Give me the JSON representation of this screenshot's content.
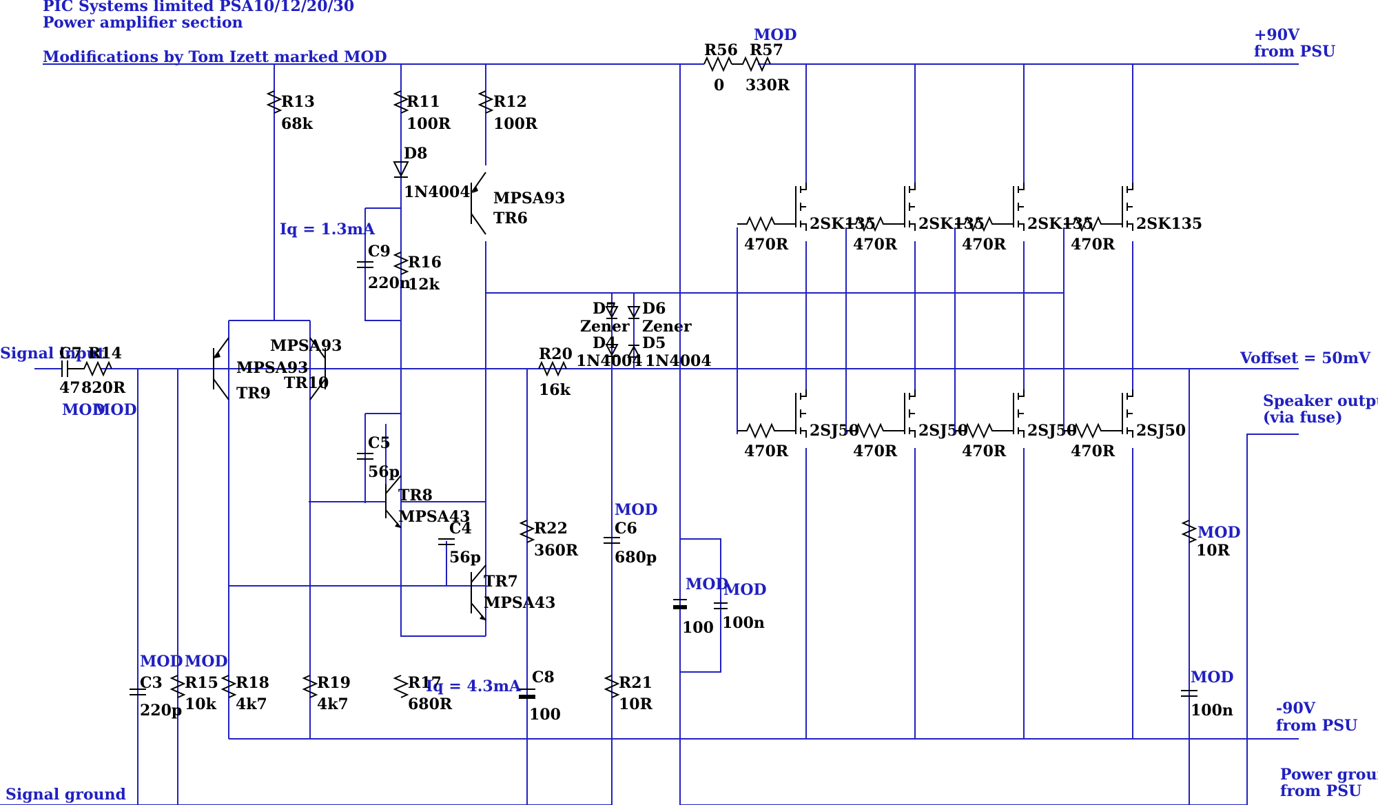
{
  "header": {
    "line1": "PIC Systems limited PSA10/12/20/30",
    "line2": "Power amplifier section",
    "line3": "Modifications by Tom Izett marked MOD"
  },
  "rails": {
    "pos_label": "+90V",
    "pos_from": "from PSU",
    "neg_label": "-90V",
    "neg_from": "from PSU",
    "voffset": "Voffset = 50mV",
    "speaker1": "Speaker output",
    "speaker2": "(via fuse)",
    "pground1": "Power ground",
    "pground2": "from PSU",
    "signal_input": "Signal input",
    "signal_ground": "Signal ground"
  },
  "annotations": {
    "iq1": "Iq = 1.3mA",
    "iq2": "Iq = 4.3mA",
    "mod": "MOD"
  },
  "components": {
    "c7": "C7",
    "c7v": "47",
    "r14": "R14",
    "r14v": "820R",
    "r13": "R13",
    "r13v": "68k",
    "r11": "R11",
    "r11v": "100R",
    "r12": "R12",
    "r12v": "100R",
    "d8": "D8",
    "d8v": "1N4004",
    "tr6": "TR6",
    "tr6t": "MPSA93",
    "c9": "C9",
    "c9v": "220n",
    "r16": "R16",
    "r16v": "12k",
    "tr9": "TR9",
    "tr9t": "MPSA93",
    "tr10": "TR10",
    "tr10t": "MPSA93",
    "c5": "C5",
    "c5v": "56p",
    "tr8": "TR8",
    "tr8t": "MPSA43",
    "c4": "C4",
    "c4v": "56p",
    "tr7": "TR7",
    "tr7t": "MPSA43",
    "r56": "R56",
    "r56v": "0",
    "r57": "R57",
    "r57v": "330R",
    "d7": "D7",
    "d6": "D6",
    "zener": "Zener",
    "d4": "D4",
    "d5": "D5",
    "d45v": "1N4004",
    "r20": "R20",
    "r20v": "16k",
    "r22": "R22",
    "r22v": "360R",
    "c6": "C6",
    "c6v": "680p",
    "c8": "C8",
    "c8v": "100",
    "r21": "R21",
    "r21v": "10R",
    "c3": "C3",
    "c3v": "220p",
    "r15": "R15",
    "r15v": "10k",
    "r18": "R18",
    "r18v": "4k7",
    "r19": "R19",
    "r19v": "4k7",
    "r17": "R17",
    "r17v": "680R",
    "cmod1v": "100",
    "cmod2v": "100n",
    "rzv": "10R",
    "czv": "100n",
    "nfet": "2SK135",
    "pfet": "2SJ50",
    "rgate": "470R"
  }
}
